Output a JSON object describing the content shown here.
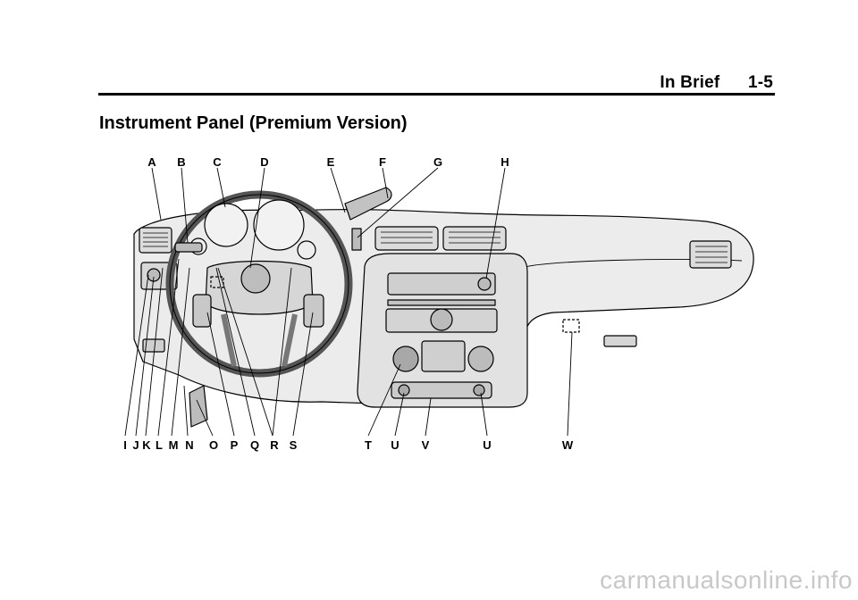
{
  "header": {
    "section": "In Brief",
    "page_number": "1-5"
  },
  "title": "Instrument Panel (Premium Version)",
  "figure": {
    "top_labels": [
      "A",
      "B",
      "C",
      "D",
      "E",
      "F",
      "G",
      "H"
    ],
    "bottom_labels": [
      "I",
      "J",
      "K",
      "L",
      "M",
      "N",
      "O",
      "P",
      "Q",
      "R",
      "S",
      "T",
      "U",
      "V",
      "U",
      "W"
    ]
  },
  "watermark": "carmanualsonline.info"
}
